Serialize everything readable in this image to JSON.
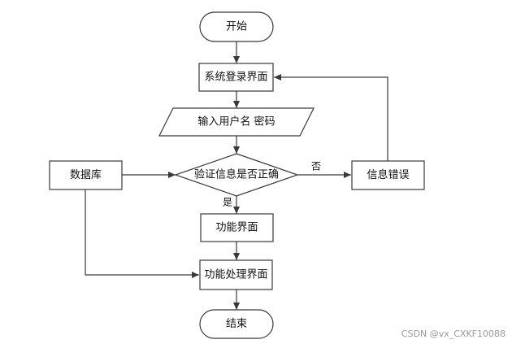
{
  "flowchart": {
    "start": "开始",
    "login": "系统登录界面",
    "input": "输入用户名 密码",
    "verify": "验证信息是否正确",
    "database": "数据库",
    "error": "信息错误",
    "function": "功能界面",
    "processing": "功能处理界面",
    "end": "结束",
    "edge_no": "否",
    "edge_yes": "是"
  },
  "watermark": "CSDN @vx_CXKF10088",
  "colors": {
    "stroke": "#3a3a3a",
    "fill": "#ffffff",
    "text": "#111111",
    "watermark": "#9a9a9a"
  }
}
